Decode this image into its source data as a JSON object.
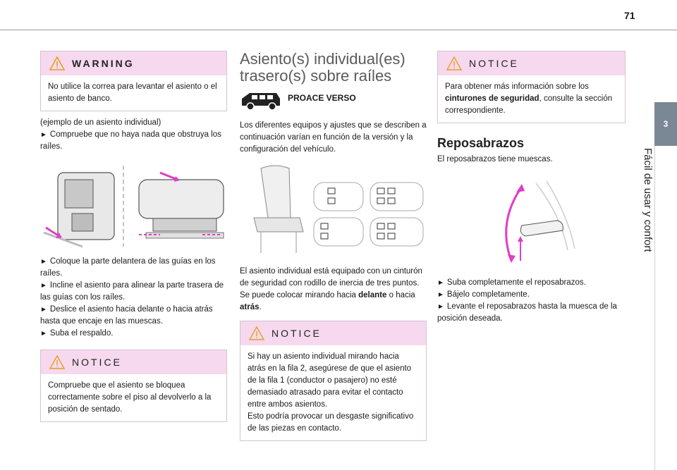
{
  "page": {
    "number": "71",
    "chapter_number": "3",
    "chapter_title": "Fácil de usar y confort"
  },
  "col1": {
    "warning": {
      "title": "WARNING",
      "text": "No utilice la correa para levantar el asiento o el asiento de banco."
    },
    "intro": "(ejemplo de un asiento individual)",
    "step1": "Compruebe que no haya nada que obstruya los raíles.",
    "steps": [
      "Coloque la parte delantera de las guías en los raíles.",
      "Incline el asiento para alinear la parte trasera de las guías con los raíles.",
      "Deslice el asiento hacia delante o hacia atrás hasta que encaje en las muescas.",
      "Suba el respaldo."
    ],
    "notice": {
      "title": "NOTICE",
      "text": "Compruebe que el asiento se bloquea correctamente sobre el piso al devolverlo a la posición de sentado."
    }
  },
  "col2": {
    "heading": "Asiento(s) individual(es) trasero(s) sobre raíles",
    "model": "PROACE VERSO",
    "intro": "Los diferentes equipos y ajustes que se describen a continuación varían en función de la versión y la configuración del vehículo.",
    "belt_text": "El asiento individual está equipado con un cinturón de seguridad con rodillo de inercia de tres puntos.",
    "facing_prefix": "Se puede colocar mirando hacia ",
    "facing_front": "delante",
    "facing_or": " o hacia ",
    "facing_back": "atrás",
    "facing_end": ".",
    "notice": {
      "title": "NOTICE",
      "text1": "Si hay un asiento individual mirando hacia atrás en la fila 2, asegúrese de que el asiento de la fila 1 (conductor o pasajero) no esté demasiado atrasado para evitar el contacto entre ambos asientos.",
      "text2": "Esto podría provocar un desgaste significativo de las piezas en contacto."
    }
  },
  "col3": {
    "notice": {
      "title": "NOTICE",
      "text_prefix": "Para obtener más información sobre los ",
      "text_bold": "cinturones de seguridad",
      "text_suffix": ", consulte la sección correspondiente."
    },
    "heading": "Reposabrazos",
    "intro": "El reposabrazos tiene muescas.",
    "steps": [
      "Suba completamente el reposabrazos.",
      "Bájelo completamente.",
      "Levante el reposabrazos hasta la muesca de la posición deseada."
    ]
  },
  "colors": {
    "accent_pink": "#f6d9ee",
    "arrow_magenta": "#e23cc8",
    "tab_gray": "#7a8795"
  }
}
